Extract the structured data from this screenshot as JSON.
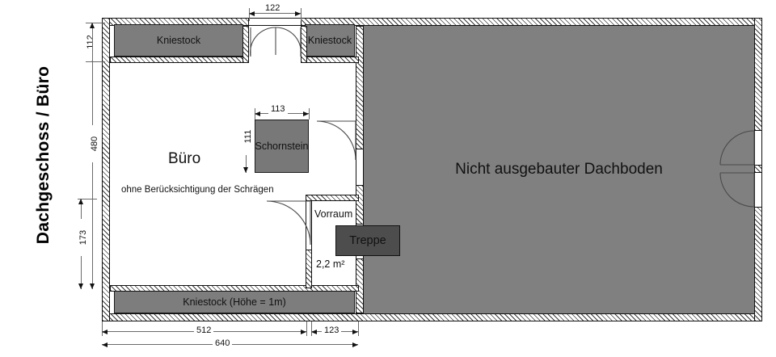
{
  "page": {
    "side_title": "Dachgeschoss / Büro",
    "background": "#ffffff"
  },
  "colors": {
    "kniestock_fill": "#7d7d7d",
    "attic_fill": "#808080",
    "chimney_fill": "#787878",
    "stairs_fill": "#4d4d4d",
    "wall_stroke": "#111111",
    "dimension_stroke": "#6a6a6a"
  },
  "rooms": {
    "buero": {
      "name": "Büro",
      "note": "ohne Berücksichtigung der Schrägen"
    },
    "vorraum": {
      "name": "Vorraum",
      "area": "2,2 m²"
    },
    "attic": {
      "name": "Nicht ausgebauter Dachboden"
    }
  },
  "elements": {
    "kniestock_top_left": "Kniestock",
    "kniestock_top_right": "Kniestock",
    "kniestock_bottom": "Kniestock (Höhe = 1m)",
    "chimney": "Schornstein",
    "stairs": "Treppe"
  },
  "dimensions": {
    "top_opening": "122",
    "left_top": "112",
    "left_total": "480",
    "left_lower": "173",
    "chimney_width": "113",
    "chimney_height": "111",
    "bottom_left": "512",
    "bottom_right": "123",
    "bottom_total": "640"
  }
}
